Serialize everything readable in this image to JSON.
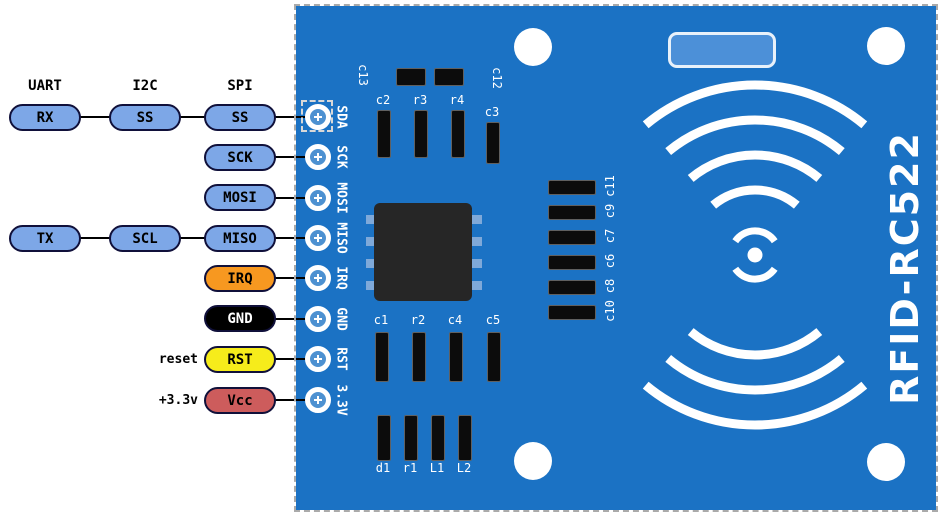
{
  "headers": {
    "uart": "UART",
    "i2c": "I2C",
    "spi": "SPI"
  },
  "pills": {
    "rx": "RX",
    "ss_i2c": "SS",
    "ss_spi": "SS",
    "sck": "SCK",
    "mosi": "MOSI",
    "tx": "TX",
    "scl": "SCL",
    "miso": "MISO",
    "irq": "IRQ",
    "gnd": "GND",
    "rst": "RST",
    "vcc": "Vcc"
  },
  "annotations": {
    "reset": "reset",
    "plus33v": "+3.3v"
  },
  "board": {
    "name": "RFID-RC522",
    "pin_labels": [
      "SDA",
      "SCK",
      "MOSI",
      "MISO",
      "IRQ",
      "GND",
      "RST",
      "3.3V"
    ],
    "components": {
      "top_left_rotated": "c13",
      "top_row": [
        "c2",
        "r3",
        "r4"
      ],
      "top_right_rotated": "c12",
      "top_right": "c3",
      "middle_row": [
        "c1",
        "r2",
        "c4",
        "c5"
      ],
      "bottom_row": [
        "d1",
        "r1",
        "L1",
        "L2"
      ],
      "right_stack": [
        "c11",
        "c9",
        "c7",
        "c6",
        "c8",
        "c10"
      ]
    }
  },
  "colors": {
    "board_blue": "#1b72c4",
    "pill_blue": "#7da7e7",
    "irq_orange": "#f79820",
    "gnd_black": "#000000",
    "rst_yellow": "#f6ec1b",
    "vcc_red": "#cd5c5c",
    "silk_white": "#ffffff",
    "wire_black": "#000000",
    "outline_gray": "#aaaaaa"
  }
}
